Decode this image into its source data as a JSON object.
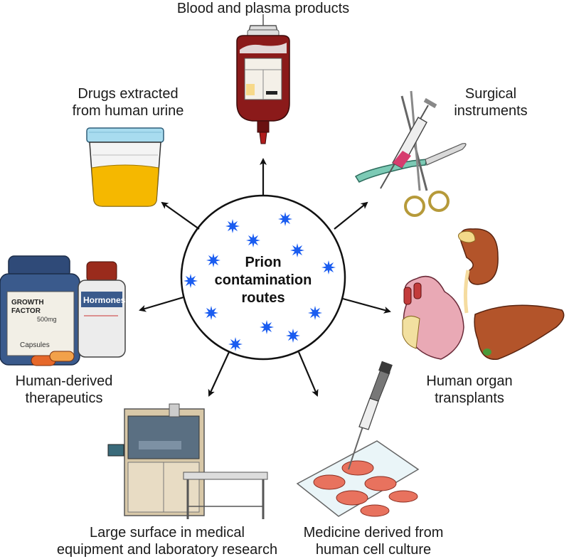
{
  "center": {
    "lines": [
      "Prion",
      "contamination",
      "routes"
    ]
  },
  "routes": {
    "blood": {
      "lines": [
        "Blood and plasma products"
      ]
    },
    "urine": {
      "lines": [
        "Drugs extracted",
        "from human urine"
      ]
    },
    "surgical": {
      "lines": [
        "Surgical",
        "instruments"
      ]
    },
    "therapeutics": {
      "lines": [
        "Human-derived",
        "therapeutics"
      ]
    },
    "organs": {
      "lines": [
        "Human organ",
        "transplants"
      ]
    },
    "equipment": {
      "lines": [
        "Large surface in medical",
        "equipment and laboratory research"
      ]
    },
    "cellculture": {
      "lines": [
        "Medicine derived from",
        "human cell culture"
      ]
    }
  },
  "illustration_text": {
    "growth_factor_1": "GROWTH",
    "growth_factor_2": "FACTOR",
    "dose": "500mg",
    "capsules": "Capsules",
    "hormones": "Hormones"
  },
  "colors": {
    "prion_star": "#1a5cf0",
    "arrow": "#111111",
    "blood": "#8b1a1a",
    "urine": "#f5b800",
    "lid": "#a8dcef",
    "bottle_blue": "#3a5a8c",
    "organ": "#b3542a",
    "heart": "#e9a9b5",
    "machine": "#d8c8a8",
    "dish": "#e8725e"
  },
  "icons": [
    "prion-particle-icon",
    "blood-bag-icon",
    "urine-cup-icon",
    "surgical-tools-icon",
    "drug-bottles-icon",
    "organs-icon",
    "lab-machine-icon",
    "pipette-dishes-icon"
  ]
}
